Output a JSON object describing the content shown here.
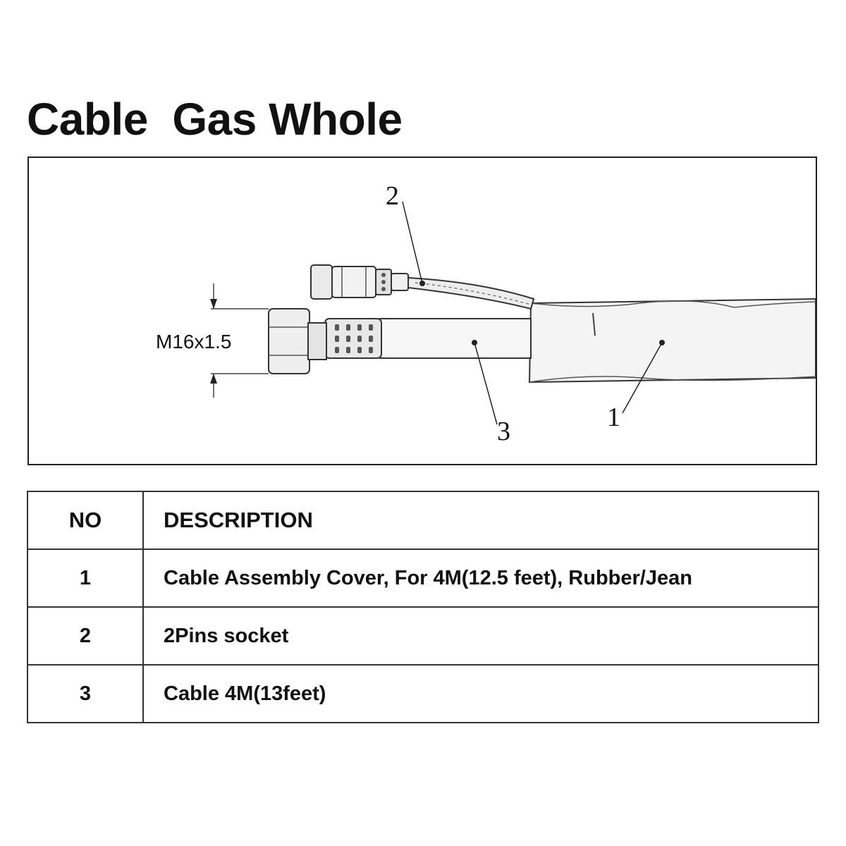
{
  "title": "Cable  Gas Whole",
  "diagram": {
    "callouts": [
      "1",
      "2",
      "3"
    ],
    "dimension_label": "M16x1.5"
  },
  "table": {
    "headers": {
      "no": "NO",
      "description": "DESCRIPTION"
    },
    "rows": [
      {
        "no": "1",
        "description": "Cable Assembly Cover, For 4M(12.5 feet), Rubber/Jean"
      },
      {
        "no": "2",
        "description": "2Pins socket"
      },
      {
        "no": "3",
        "description": "Cable 4M(13feet)"
      }
    ]
  }
}
